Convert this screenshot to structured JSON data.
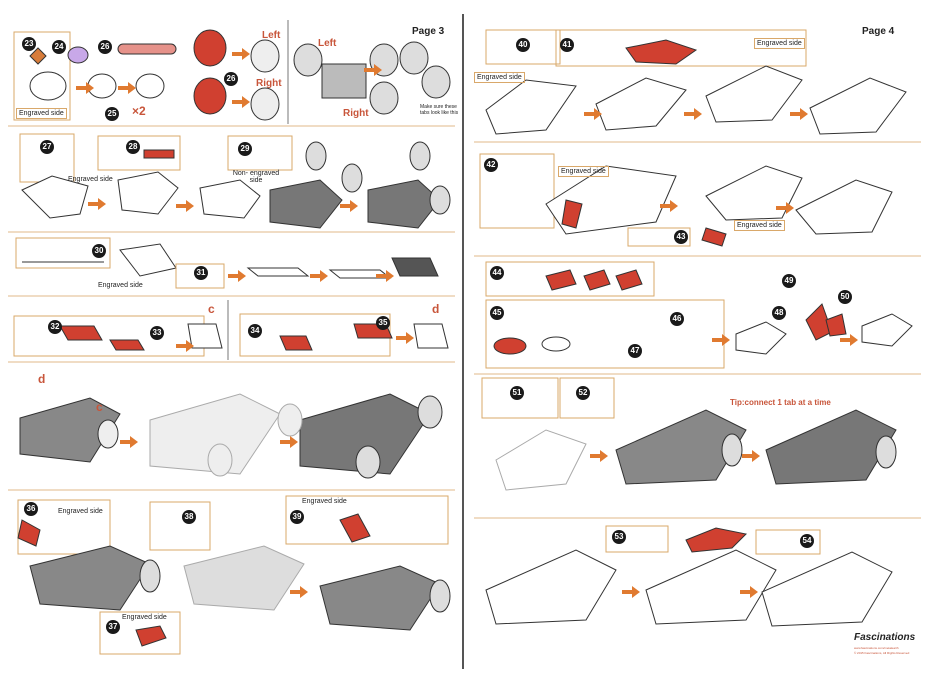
{
  "left_page": {
    "page_label": "Page 3",
    "steps": [
      "23",
      "24",
      "25",
      "26",
      "26",
      "27",
      "28",
      "29",
      "30",
      "31",
      "32",
      "33",
      "34",
      "35",
      "36",
      "37",
      "38",
      "39"
    ],
    "labels": {
      "engraved_side": "Engraved side",
      "non_engraved_side": "Non- engraved side",
      "left": "Left",
      "right": "Right",
      "times_two": "×2",
      "tabs_note": "Make sure these tabs look like this",
      "c": "c",
      "d": "d"
    }
  },
  "right_page": {
    "page_label": "Page 4",
    "steps": [
      "40",
      "41",
      "42",
      "43",
      "44",
      "45",
      "46",
      "47",
      "48",
      "49",
      "50",
      "51",
      "52",
      "53",
      "54"
    ],
    "labels": {
      "engraved_side": "Engraved side",
      "tip": "Tip:connect 1 tab at a time"
    },
    "brand": {
      "name": "Fascinations",
      "url": "www.fascinations.com/metalearth",
      "copyright": "© 2015 Fascinations, All Rights Reserved"
    }
  },
  "colors": {
    "accent": "#c8553a",
    "frame": "#d9a86a",
    "ink": "#222222"
  }
}
